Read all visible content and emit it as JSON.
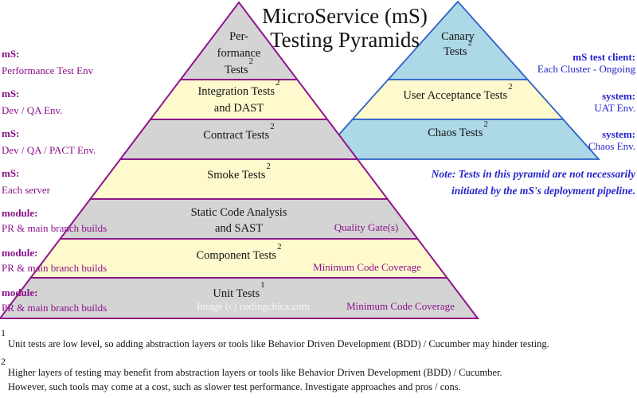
{
  "title": {
    "line1": "MicroService (mS)",
    "line2": "Testing Pyramids"
  },
  "colors": {
    "layer_gray": "#d4d4d4",
    "layer_yellow": "#fffacd",
    "layer_blue": "#add8e6",
    "left_pyramid_edge": "#8d168d",
    "right_pyramid_edge": "#2c62c9",
    "left_annotation_text": "#8b108b",
    "right_annotation_text": "#2323cc"
  },
  "left_pyramid": {
    "layers": [
      {
        "text1": "Per-",
        "text2": "formance",
        "text3": "Tests",
        "sup": "2"
      },
      {
        "text1": "Integration Tests",
        "sup": "2",
        "text2": "and DAST"
      },
      {
        "text1": "Contract Tests",
        "sup": "2"
      },
      {
        "text1": "Smoke Tests",
        "sup": "2"
      },
      {
        "text1": "Static Code Analysis",
        "text2": "and SAST"
      },
      {
        "text1": "Component Tests",
        "sup": "2"
      },
      {
        "text1": "Unit Tests",
        "sup": "1"
      }
    ],
    "inner_labels": {
      "quality_gates": "Quality Gate(s)",
      "min_code_coverage_component": "Minimum Code Coverage",
      "min_code_coverage_unit": "Minimum Code Coverage"
    },
    "watermark": "Image (c) codingchica.com"
  },
  "right_pyramid": {
    "layers": [
      {
        "text1": "Canary",
        "text2": "Tests",
        "sup": "2"
      },
      {
        "text1": "User Acceptance Tests",
        "sup": "2"
      },
      {
        "text1": "Chaos Tests",
        "sup": "2"
      }
    ]
  },
  "left_annotations": [
    {
      "label": "mS:",
      "value": "Performance Test Env"
    },
    {
      "label": "mS:",
      "value": "Dev / QA Env."
    },
    {
      "label": "mS:",
      "value": "Dev / QA / PACT Env."
    },
    {
      "label": "mS:",
      "value": "Each server"
    },
    {
      "label": "module:",
      "value": "PR & main branch builds"
    },
    {
      "label": "module:",
      "value": "PR & main branch builds"
    },
    {
      "label": "module:",
      "value": "PR & main branch builds"
    }
  ],
  "right_annotations": [
    {
      "label": "mS test client:",
      "value": "Each Cluster - Ongoing"
    },
    {
      "label": "system:",
      "value": "UAT Env."
    },
    {
      "label": "system:",
      "value": "Chaos Env."
    }
  ],
  "note": {
    "line1": "Note: Tests in this pyramid are not necessarily",
    "line2": "initiated by the mS's deployment pipeline."
  },
  "footnotes": [
    {
      "sup": "1",
      "line1": "Unit tests are low level, so adding abstraction layers or tools like Behavior Driven Development (BDD) / Cucumber may hinder testing."
    },
    {
      "sup": "2",
      "line1": "Higher layers of testing may benefit from abstraction layers or tools like Behavior Driven Development (BDD) / Cucumber.",
      "line2": "However, such tools may come at a cost, such as slower test performance. Investigate approaches and pros / cons."
    }
  ]
}
